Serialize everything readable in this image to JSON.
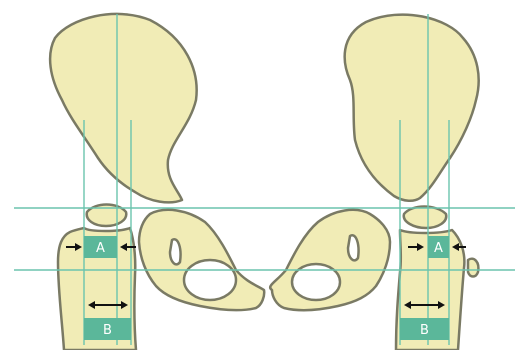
{
  "labels": {
    "left_a": "A",
    "right_a": "A",
    "left_b": "B",
    "right_b": "B"
  },
  "colors": {
    "bone_fill": "#f1ecb6",
    "bone_stroke": "#7a7a64",
    "guide_line": "#6bc4ad",
    "label_box": "#5bb79a",
    "label_text": "#ffffff",
    "arrow": "#111111"
  }
}
